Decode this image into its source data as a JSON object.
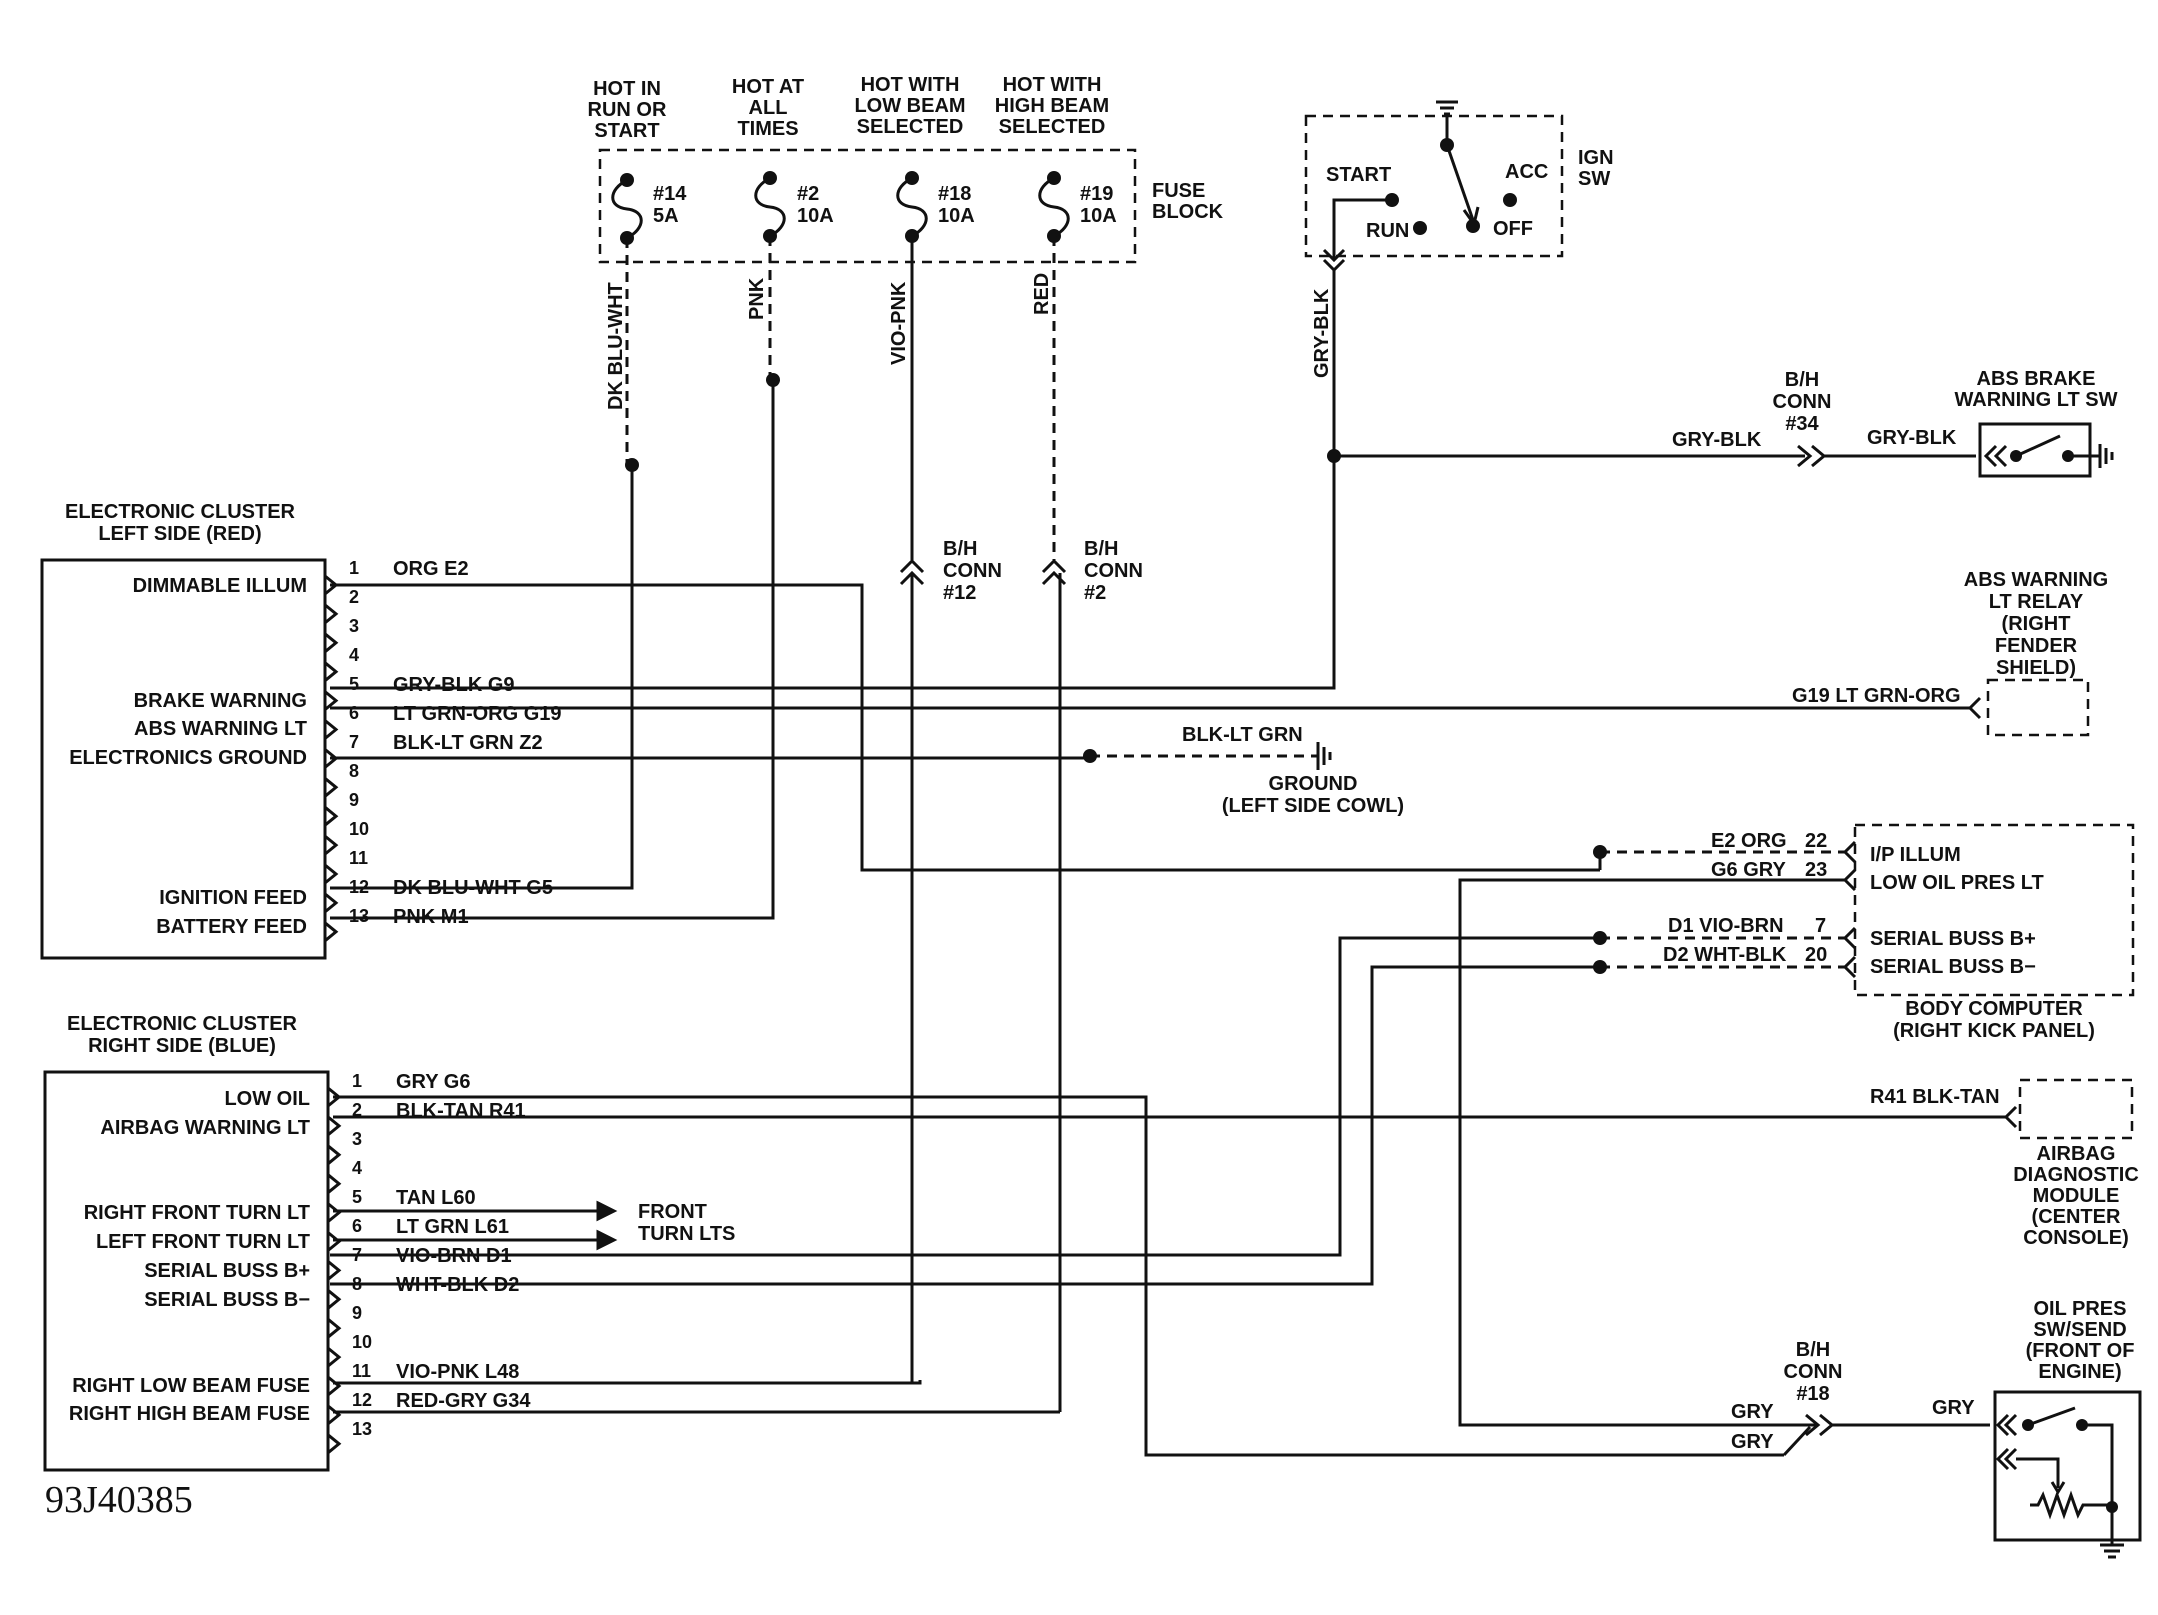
{
  "fuse_block": {
    "label": [
      "FUSE",
      "BLOCK"
    ],
    "circuits": [
      {
        "header": [
          "HOT IN",
          "RUN OR",
          "START"
        ],
        "fuse": "#14",
        "rating": "5A",
        "wire": "DK BLU-WHT"
      },
      {
        "header": [
          "HOT AT",
          "ALL",
          "TIMES"
        ],
        "fuse": "#2",
        "rating": "10A",
        "wire": "PNK"
      },
      {
        "header": [
          "HOT WITH",
          "LOW BEAM",
          "SELECTED"
        ],
        "fuse": "#18",
        "rating": "10A",
        "wire": "VIO-PNK"
      },
      {
        "header": [
          "HOT WITH",
          "HIGH BEAM",
          "SELECTED"
        ],
        "fuse": "#19",
        "rating": "10A",
        "wire": "RED"
      }
    ]
  },
  "ign_sw": {
    "label": [
      "IGN",
      "SW"
    ],
    "positions": {
      "start": "START",
      "run": "RUN",
      "acc": "ACC",
      "off": "OFF"
    },
    "wire": "GRY-BLK"
  },
  "connectors": {
    "bh12": [
      "B/H",
      "CONN",
      "#12"
    ],
    "bh2": [
      "B/H",
      "CONN",
      "#2"
    ],
    "bh34": [
      "B/H",
      "CONN",
      "#34"
    ],
    "bh18": [
      "B/H",
      "CONN",
      "#18"
    ]
  },
  "abs_brake_sw": {
    "title": [
      "ABS BRAKE",
      "WARNING LT SW"
    ],
    "wire_in": "GRY-BLK",
    "wire_out": "GRY-BLK"
  },
  "abs_relay": {
    "title": [
      "ABS WARNING",
      "LT RELAY",
      "(RIGHT",
      "FENDER",
      "SHIELD)"
    ],
    "wire": "G19 LT GRN-ORG"
  },
  "cluster_left": {
    "title": [
      "ELECTRONIC CLUSTER",
      "LEFT SIDE (RED)"
    ],
    "labels": {
      "1": "DIMMABLE ILLUM",
      "5": "BRAKE WARNING",
      "6": "ABS WARNING LT",
      "7": "ELECTRONICS GROUND",
      "12": "IGNITION FEED",
      "13": "BATTERY FEED"
    },
    "pins": [
      "1",
      "2",
      "3",
      "4",
      "5",
      "6",
      "7",
      "8",
      "9",
      "10",
      "11",
      "12",
      "13"
    ],
    "wires": {
      "1": "ORG E2",
      "5": "GRY-BLK G9",
      "6": "LT GRN-ORG G19",
      "7": "BLK-LT GRN Z2",
      "12": "DK BLU-WHT G5",
      "13": "PNK M1"
    }
  },
  "ground": {
    "wire": "BLK-LT GRN",
    "label": [
      "GROUND",
      "(LEFT SIDE COWL)"
    ]
  },
  "body_computer": {
    "title": [
      "BODY COMPUTER",
      "(RIGHT KICK PANEL)"
    ],
    "pins": [
      {
        "wire": "E2 ORG",
        "pin": "22",
        "label": "I/P ILLUM"
      },
      {
        "wire": "G6 GRY",
        "pin": "23",
        "label": "LOW OIL PRES LT"
      },
      {
        "wire": "D1 VIO-BRN",
        "pin": "7",
        "label": "SERIAL BUSS B+"
      },
      {
        "wire": "D2 WHT-BLK",
        "pin": "20",
        "label": "SERIAL BUSS B−"
      }
    ]
  },
  "cluster_right": {
    "title": [
      "ELECTRONIC CLUSTER",
      "RIGHT SIDE (BLUE)"
    ],
    "labels": {
      "1": "LOW OIL",
      "2": "AIRBAG WARNING LT",
      "5": "RIGHT FRONT TURN LT",
      "6": "LEFT FRONT TURN LT",
      "7": "SERIAL BUSS B+",
      "8": "SERIAL BUSS B−",
      "11": "RIGHT LOW BEAM FUSE",
      "12": "RIGHT HIGH BEAM FUSE"
    },
    "pins": [
      "1",
      "2",
      "3",
      "4",
      "5",
      "6",
      "7",
      "8",
      "9",
      "10",
      "11",
      "12",
      "13"
    ],
    "wires": {
      "1": "GRY G6",
      "2": "BLK-TAN R41",
      "5": "TAN L60",
      "6": "LT GRN L61",
      "7": "VIO-BRN D1",
      "8": "WHT-BLK D2",
      "11": "VIO-PNK L48",
      "12": "RED-GRY G34"
    }
  },
  "front_turn": [
    "FRONT",
    "TURN LTS"
  ],
  "airbag_module": {
    "title": [
      "AIRBAG",
      "DIAGNOSTIC",
      "MODULE",
      "(CENTER",
      "CONSOLE)"
    ],
    "wire": "R41 BLK-TAN"
  },
  "oil_sender": {
    "title": [
      "OIL PRES",
      "SW/SEND",
      "(FRONT OF",
      "ENGINE)"
    ],
    "wire_a": "GRY",
    "wire_b": "GRY",
    "wire_out": "GRY"
  },
  "figure_id": "93J40385"
}
